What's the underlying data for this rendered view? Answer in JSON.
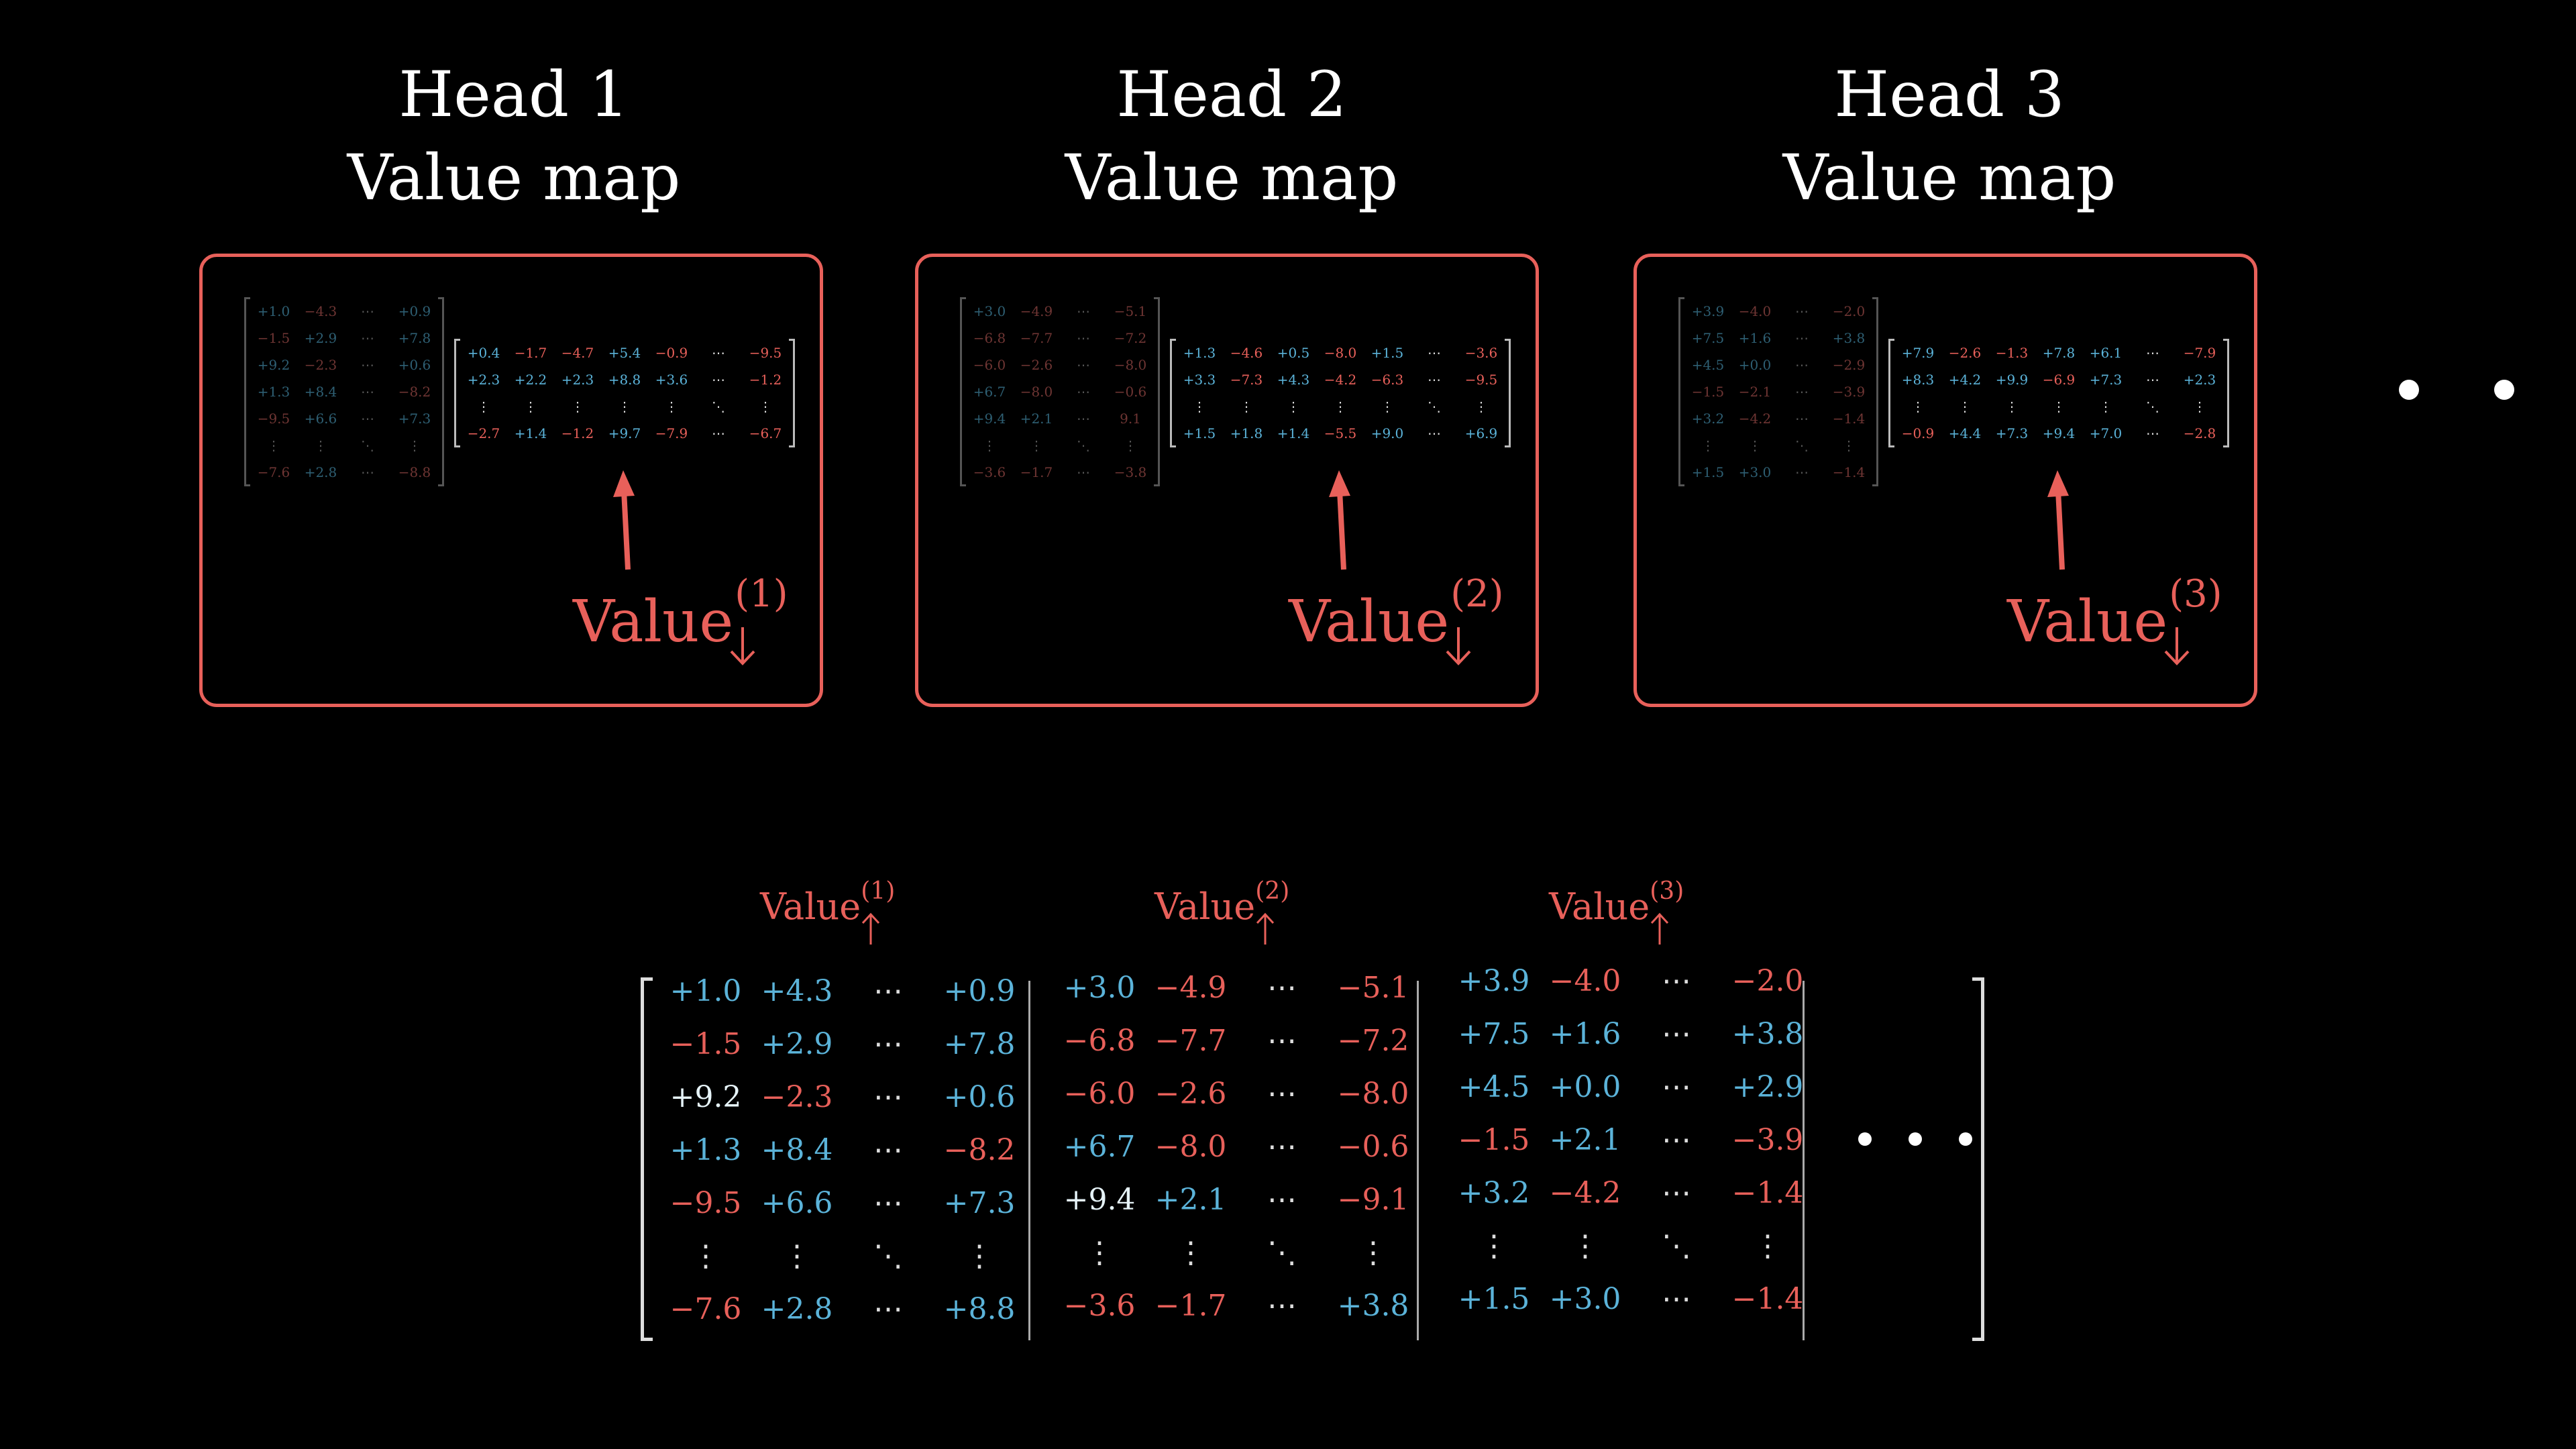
{
  "colors": {
    "accent": "#e8605a",
    "blue": "#5bb3d9",
    "pale": "#d9ecf5",
    "background": "#000000"
  },
  "heads": [
    {
      "title_line1": "Head 1",
      "title_line2": "Value map",
      "value_label": "Value",
      "value_index": "(1)",
      "down_matrix": [
        [
          "+1.0",
          "−4.3",
          "⋯",
          "+0.9"
        ],
        [
          "−1.5",
          "+2.9",
          "⋯",
          "+7.8"
        ],
        [
          "+9.2",
          "−2.3",
          "⋯",
          "+0.6"
        ],
        [
          "+1.3",
          "+8.4",
          "⋯",
          "−8.2"
        ],
        [
          "−9.5",
          "+6.6",
          "⋯",
          "+7.3"
        ],
        [
          "⋮",
          "⋮",
          "⋱",
          "⋮"
        ],
        [
          "−7.6",
          "+2.8",
          "⋯",
          "−8.8"
        ]
      ],
      "up_matrix": [
        [
          "+0.4",
          "−1.7",
          "−4.7",
          "+5.4",
          "−0.9",
          "⋯",
          "−9.5"
        ],
        [
          "+2.3",
          "+2.2",
          "+2.3",
          "+8.8",
          "+3.6",
          "⋯",
          "−1.2"
        ],
        [
          "⋮",
          "⋮",
          "⋮",
          "⋮",
          "⋮",
          "⋱",
          "⋮"
        ],
        [
          "−2.7",
          "+1.4",
          "−1.2",
          "+9.7",
          "−7.9",
          "⋯",
          "−6.7"
        ]
      ]
    },
    {
      "title_line1": "Head 2",
      "title_line2": "Value map",
      "value_label": "Value",
      "value_index": "(2)",
      "down_matrix": [
        [
          "+3.0",
          "−4.9",
          "⋯",
          "−5.1"
        ],
        [
          "−6.8",
          "−7.7",
          "⋯",
          "−7.2"
        ],
        [
          "−6.0",
          "−2.6",
          "⋯",
          "−8.0"
        ],
        [
          "+6.7",
          "−8.0",
          "⋯",
          "−0.6"
        ],
        [
          "+9.4",
          "+2.1",
          "⋯",
          "9.1"
        ],
        [
          "⋮",
          "⋮",
          "⋱",
          "⋮"
        ],
        [
          "−3.6",
          "−1.7",
          "⋯",
          "−3.8"
        ]
      ],
      "up_matrix": [
        [
          "+1.3",
          "−4.6",
          "+0.5",
          "−8.0",
          "+1.5",
          "⋯",
          "−3.6"
        ],
        [
          "+3.3",
          "−7.3",
          "+4.3",
          "−4.2",
          "−6.3",
          "⋯",
          "−9.5"
        ],
        [
          "⋮",
          "⋮",
          "⋮",
          "⋮",
          "⋮",
          "⋱",
          "⋮"
        ],
        [
          "+1.5",
          "+1.8",
          "+1.4",
          "−5.5",
          "+9.0",
          "⋯",
          "+6.9"
        ]
      ]
    },
    {
      "title_line1": "Head 3",
      "title_line2": "Value map",
      "value_label": "Value",
      "value_index": "(3)",
      "down_matrix": [
        [
          "+3.9",
          "−4.0",
          "⋯",
          "−2.0"
        ],
        [
          "+7.5",
          "+1.6",
          "⋯",
          "+3.8"
        ],
        [
          "+4.5",
          "+0.0",
          "⋯",
          "−2.9"
        ],
        [
          "−1.5",
          "−2.1",
          "⋯",
          "−3.9"
        ],
        [
          "+3.2",
          "−4.2",
          "⋯",
          "−1.4"
        ],
        [
          "⋮",
          "⋮",
          "⋱",
          "⋮"
        ],
        [
          "+1.5",
          "+3.0",
          "⋯",
          "−1.4"
        ]
      ],
      "up_matrix": [
        [
          "+7.9",
          "−2.6",
          "−1.3",
          "+7.8",
          "+6.1",
          "⋯",
          "−7.9"
        ],
        [
          "+8.3",
          "+4.2",
          "+9.9",
          "−6.9",
          "+7.3",
          "⋯",
          "+2.3"
        ],
        [
          "⋮",
          "⋮",
          "⋮",
          "⋮",
          "⋮",
          "⋱",
          "⋮"
        ],
        [
          "−0.9",
          "+4.4",
          "+7.3",
          "+9.4",
          "+7.0",
          "⋯",
          "−2.8"
        ]
      ]
    }
  ],
  "combined": {
    "labels": [
      {
        "text": "Value",
        "index": "(1)"
      },
      {
        "text": "Value",
        "index": "(2)"
      },
      {
        "text": "Value",
        "index": "(3)"
      }
    ],
    "blocks": [
      [
        [
          "+1.0",
          "+4.3",
          "⋯",
          "+0.9"
        ],
        [
          "−1.5",
          "+2.9",
          "⋯",
          "+7.8"
        ],
        [
          "+9.2",
          "−2.3",
          "⋯",
          "+0.6"
        ],
        [
          "+1.3",
          "+8.4",
          "⋯",
          "−8.2"
        ],
        [
          "−9.5",
          "+6.6",
          "⋯",
          "+7.3"
        ],
        [
          "⋮",
          "⋮",
          "⋱",
          "⋮"
        ],
        [
          "−7.6",
          "+2.8",
          "⋯",
          "+8.8"
        ]
      ],
      [
        [
          "+3.0",
          "−4.9",
          "⋯",
          "−5.1"
        ],
        [
          "−6.8",
          "−7.7",
          "⋯",
          "−7.2"
        ],
        [
          "−6.0",
          "−2.6",
          "⋯",
          "−8.0"
        ],
        [
          "+6.7",
          "−8.0",
          "⋯",
          "−0.6"
        ],
        [
          "+9.4",
          "+2.1",
          "⋯",
          "−9.1"
        ],
        [
          "⋮",
          "⋮",
          "⋱",
          "⋮"
        ],
        [
          "−3.6",
          "−1.7",
          "⋯",
          "+3.8"
        ]
      ],
      [
        [
          "+3.9",
          "−4.0",
          "⋯",
          "−2.0"
        ],
        [
          "+7.5",
          "+1.6",
          "⋯",
          "+3.8"
        ],
        [
          "+4.5",
          "+0.0",
          "⋯",
          "+2.9"
        ],
        [
          "−1.5",
          "+2.1",
          "⋯",
          "−3.9"
        ],
        [
          "+3.2",
          "−4.2",
          "⋯",
          "−1.4"
        ],
        [
          "⋮",
          "⋮",
          "⋱",
          "⋮"
        ],
        [
          "+1.5",
          "+3.0",
          "⋯",
          "−1.4"
        ]
      ]
    ]
  }
}
